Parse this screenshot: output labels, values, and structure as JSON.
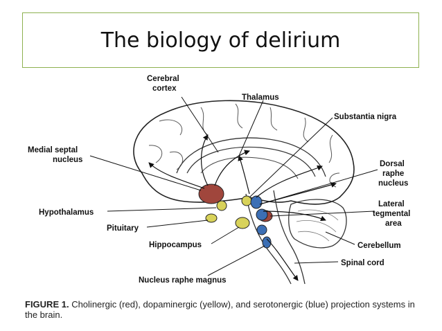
{
  "title": "The biology of delirium",
  "labels": {
    "cerebral_cortex_1": "Cerebral",
    "cerebral_cortex_2": "cortex",
    "thalamus": "Thalamus",
    "substantia_nigra": "Substantia nigra",
    "medial_septal_1": "Medial septal",
    "medial_septal_2": "nucleus",
    "dorsal_raphe_1": "Dorsal",
    "dorsal_raphe_2": "raphe",
    "dorsal_raphe_3": "nucleus",
    "hypothalamus": "Hypothalamus",
    "lateral_tegmental_1": "Lateral",
    "lateral_tegmental_2": "tegmental",
    "lateral_tegmental_3": "area",
    "pituitary": "Pituitary",
    "hippocampus": "Hippocampus",
    "cerebellum": "Cerebellum",
    "spinal_cord": "Spinal cord",
    "nucleus_raphe_magnus": "Nucleus raphe magnus"
  },
  "caption": {
    "figure_label": "FIGURE 1.",
    "text": " Cholinergic (red), dopaminergic (yellow), and serotonergic (blue) projection systems in the brain."
  },
  "colors": {
    "cholinergic": "#a0463c",
    "dopaminergic": "#d8d25a",
    "serotonergic": "#3c6fb5",
    "title_border": "#8db14f"
  }
}
